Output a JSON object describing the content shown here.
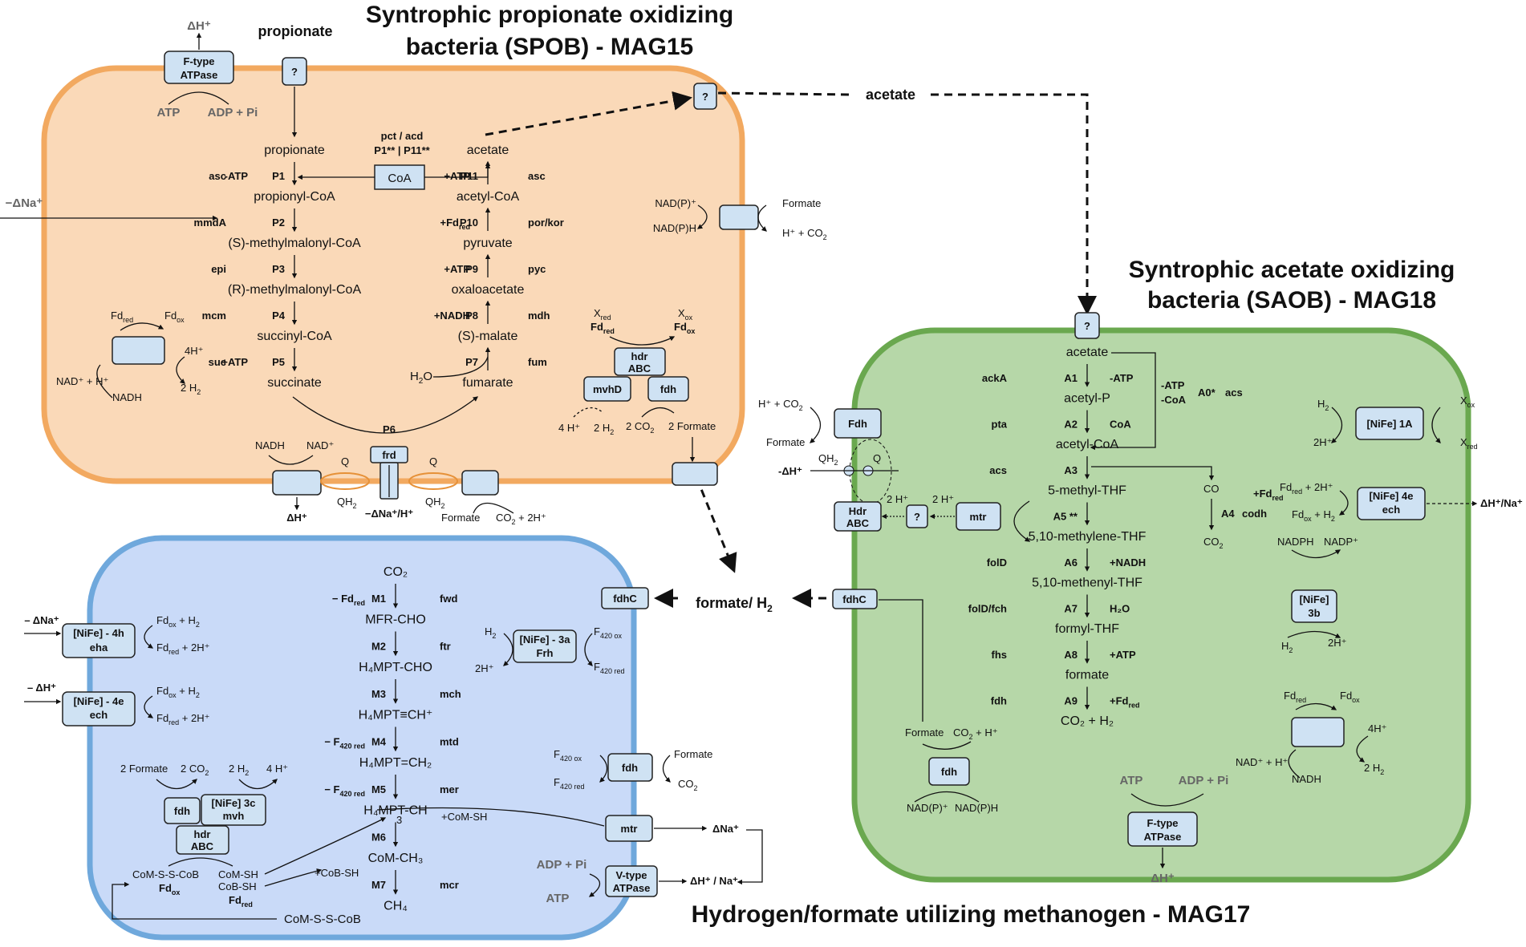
{
  "cells": {
    "spob": {
      "title_line1": "Syntrophic propionate oxidizing",
      "title_line2": "bacteria (SPOB) - MAG15",
      "fill": "#fad9b8",
      "stroke": "#f2a960"
    },
    "saob": {
      "title_line1": "Syntrophic acetate oxidizing",
      "title_line2": "bacteria (SAOB) - MAG18",
      "fill": "#b6d7a8",
      "stroke": "#6aa84f"
    },
    "methanogen": {
      "title": "Hydrogen/formate utilizing methanogen - MAG17",
      "fill": "#c9daf8",
      "stroke": "#6fa8dc"
    }
  },
  "flows": {
    "propionate": "propionate",
    "acetate": "acetate",
    "formate_h2": "formate/ H",
    "sub2": "2"
  },
  "spob": {
    "atpase_out": "ΔH⁺",
    "atpase_l1": "F-type",
    "atpase_l2": "ATPase",
    "atp": "ATP",
    "adp": "ADP + Pi",
    "transporter_q": "?",
    "acetate_q": "?",
    "na_in": "−ΔNa⁺",
    "pathway": [
      {
        "met": "propionate"
      },
      {
        "step": "P1",
        "enz": "asc",
        "cof": "-ATP"
      },
      {
        "met": "propionyl-CoA"
      },
      {
        "step": "P2",
        "enz": "mmdA"
      },
      {
        "met": "(S)-methylmalonyl-CoA"
      },
      {
        "step": "P3",
        "enz": "epi"
      },
      {
        "met": "(R)-methylmalonyl-CoA"
      },
      {
        "step": "P4",
        "enz": "mcm"
      },
      {
        "met": "succinyl-CoA"
      },
      {
        "step": "P5",
        "enz": "suc",
        "cof": "+ATP"
      },
      {
        "met": "succinate"
      }
    ],
    "pathway_right": [
      {
        "met": "acetate"
      },
      {
        "step": "P11",
        "enz": "asc",
        "cof": "+ATP"
      },
      {
        "met": "acetyl-CoA"
      },
      {
        "step": "P10",
        "enz": "por/kor",
        "cof": "+Fd",
        "cof_sub": "red"
      },
      {
        "met": "pyruvate"
      },
      {
        "step": "P9",
        "enz": "pyc",
        "cof": "+ATP"
      },
      {
        "met": "oxaloacetate"
      },
      {
        "step": "P8",
        "enz": "mdh",
        "cof": "+NADH"
      },
      {
        "met": "(S)-malate"
      },
      {
        "step": "P7",
        "enz": "fum"
      },
      {
        "met": "fumarate"
      }
    ],
    "pct_acd": "pct / acd",
    "p1p11": "P1** | P11**",
    "coa": "CoA",
    "h2o": "H",
    "h2o_o": "O",
    "p6": "P6",
    "frd": "frd",
    "nadph_top": "NAD(P)⁺",
    "nadph_bottom": "NAD(P)H",
    "formate": "Formate",
    "hco2": "H⁺ + CO",
    "suc_fd_red": "Fd",
    "suc_fd_ox": "Fd",
    "suc_4h": "4H⁺",
    "suc_nad": "NAD⁺ + H⁺",
    "suc_nadh": "NADH",
    "suc_2h2": "2 H",
    "xred": "X",
    "xox": "X",
    "fdred": "Fd",
    "fdox": "Fd",
    "hdr": "hdr",
    "abc": "ABC",
    "mvhd": "mvhD",
    "fdh": "fdh",
    "h4": "4 H⁺",
    "h2_2": "2 H",
    "co2_2": "2 CO",
    "formate2": "2 Formate",
    "nadh_m": "NADH",
    "nad_m": "NAD⁺",
    "q": "Q",
    "qh2": "QH",
    "dh_bottom": "ΔH⁺",
    "dna_h": "−ΔNa⁺/H⁺",
    "formate_b": "Formate",
    "co2_2h": "CO",
    "co2_2h_tail": " + 2H⁺"
  },
  "saob": {
    "transporter_q": "?",
    "pathway": [
      {
        "met": "acetate"
      },
      {
        "step": "A1",
        "enz": "ackA",
        "cof": "-ATP"
      },
      {
        "met": "acetyl-P"
      },
      {
        "step": "A2",
        "enz": "pta",
        "cof": "CoA"
      },
      {
        "met": "acetyl-CoA"
      },
      {
        "step": "A3",
        "enz": "acs"
      },
      {
        "met": "5-methyl-THF"
      },
      {
        "step": "A5 **"
      },
      {
        "met": "5,10-methylene-THF"
      },
      {
        "step": "A6",
        "enz": "folD",
        "cof": "+NADH"
      },
      {
        "met": "5,10-methenyl-THF"
      },
      {
        "step": "A7",
        "enz": "folD/fch",
        "cof": "H₂O"
      },
      {
        "met": "formyl-THF"
      },
      {
        "step": "A8",
        "enz": "fhs",
        "cof": "+ATP"
      },
      {
        "met": "formate"
      },
      {
        "step": "A9",
        "enz": "fdh",
        "cof": "+Fd",
        "cof_sub": "red"
      },
      {
        "met": "CO₂ + H₂"
      }
    ],
    "atp_coa_l1": "-ATP",
    "atp_coa_l2": "-CoA",
    "a0": "A0*",
    "acs": "acs",
    "co": "CO",
    "fd_red_plus": "+Fd",
    "a4": "A4",
    "codh": "codh",
    "co2": "CO",
    "fdh_box": "Fdh",
    "h_co2": "H⁺ + CO",
    "formate_label": "Formate",
    "qh2": "QH",
    "q": "Q",
    "dh": "-ΔH⁺",
    "hdr": "Hdr",
    "abc": "ABC",
    "h2_plus": "2 H⁺",
    "q_small": "?",
    "h2_plus2": "2 H⁺",
    "mtr": "mtr",
    "nife1a": "[NiFe]  1A",
    "h2": "H",
    "h2_2": "2H⁺",
    "xox": "X",
    "xred": "X",
    "ech_l1": "[NiFe]  4e",
    "ech_l2": "ech",
    "ech_fd_top": "Fd",
    "ech_fd_top_tail": " + 2H⁺",
    "ech_fd_bottom": "Fd",
    "ech_fd_bottom_tail": " + H",
    "ech_out": "ΔH⁺/Na⁺",
    "nadph": "NADPH",
    "nadp": "NADP⁺",
    "nife3b_l1": "[NiFe]",
    "nife3b_l2": "3b",
    "h2b": "H",
    "h2b_2": "2H⁺",
    "fdhc": "fdhC",
    "fd_red": "Fd",
    "fd_ox": "Fd",
    "h4": "4H⁺",
    "nad_h": "NAD⁺ + H⁺",
    "nadh": "NADH",
    "h2x2": "2 H",
    "formate_co2": "Formate",
    "co2_h": "CO",
    "co2_h_tail": " + H⁺",
    "fdh": "fdh",
    "nadp_p": "NAD(P)⁺",
    "nadp_h": "NAD(P)H",
    "atp": "ATP",
    "adp": "ADP + Pi",
    "atpase_l1": "F-type",
    "atpase_l2": "ATPase",
    "atpase_out": "ΔH⁺"
  },
  "methanogen": {
    "pathway": [
      {
        "met": "CO₂"
      },
      {
        "step": "M1",
        "enz": "fwd",
        "cof": "− Fd",
        "cof_sub": "red"
      },
      {
        "met": "MFR-CHO"
      },
      {
        "step": "M2",
        "enz": "ftr"
      },
      {
        "met": "H₄MPT-CHO"
      },
      {
        "step": "M3",
        "enz": "mch"
      },
      {
        "met": "H₄MPT≡CH⁺"
      },
      {
        "step": "M4",
        "enz": "mtd",
        "cof": "− F",
        "cof_sub": "420 red"
      },
      {
        "met": "H₄MPT=CH₂"
      },
      {
        "step": "M5",
        "enz": "mer",
        "cof": "− F",
        "cof_sub": "420 red"
      },
      {
        "met": "H₄MPT-CH"
      },
      {
        "step": "M6"
      },
      {
        "met": "CoM-CH₃"
      },
      {
        "step": "M7",
        "enz": "mcr"
      },
      {
        "met": "CH₄"
      }
    ],
    "sub3": "3",
    "fdhc": "fdhC",
    "na_in": "– ΔNa⁺",
    "eha_l1": "[NiFe] - 4h",
    "eha_l2": "eha",
    "eha_top": "Fd",
    "eha_top_tail": " + H",
    "eha_bottom": "Fd",
    "eha_bottom_tail": " + 2H⁺",
    "h_in": "– ΔH⁺",
    "ech_l1": "[NiFe] - 4e",
    "ech_l2": "ech",
    "ech_top": "Fd",
    "ech_top_tail": " + H",
    "ech_bottom": "Fd",
    "ech_bottom_tail": " + 2H⁺",
    "frh_l1": "[NiFe] - 3a",
    "frh_l2": "Frh",
    "frh_h2": "H",
    "frh_2h": "2H⁺",
    "frh_f420ox": "F",
    "frh_f420red": "F",
    "formate2": "2 Formate",
    "co2_2": "2 CO",
    "h2_2": "2 H",
    "h4": "4 H⁺",
    "fdh_box": "fdh",
    "mvh_l1": "[NiFe] 3c",
    "mvh_l2": "mvh",
    "hdr_l1": "hdr",
    "hdr_l2": "ABC",
    "coms": "CoM-S-S-CoB",
    "fdox": "Fd",
    "comsh": "CoM-SH",
    "cobsh": "CoB-SH",
    "fdred": "Fd",
    "plus_comsh": "+CoM-SH",
    "plus_cobsh": "+CoB-SH",
    "coms_bottom": "CoM-S-S-CoB",
    "fdh2": "fdh",
    "f420ox": "F",
    "f420red": "F",
    "formate": "Formate",
    "co2": "CO",
    "mtr": "mtr",
    "dna": "ΔNa⁺",
    "adp": "ADP + Pi",
    "atp": "ATP",
    "vatpase_l1": "V-type",
    "vatpase_l2": "ATPase",
    "dh_na": "ΔH⁺ / Na⁺"
  },
  "colors": {
    "box": "#cfe2f3",
    "gray_text": "#666666"
  }
}
